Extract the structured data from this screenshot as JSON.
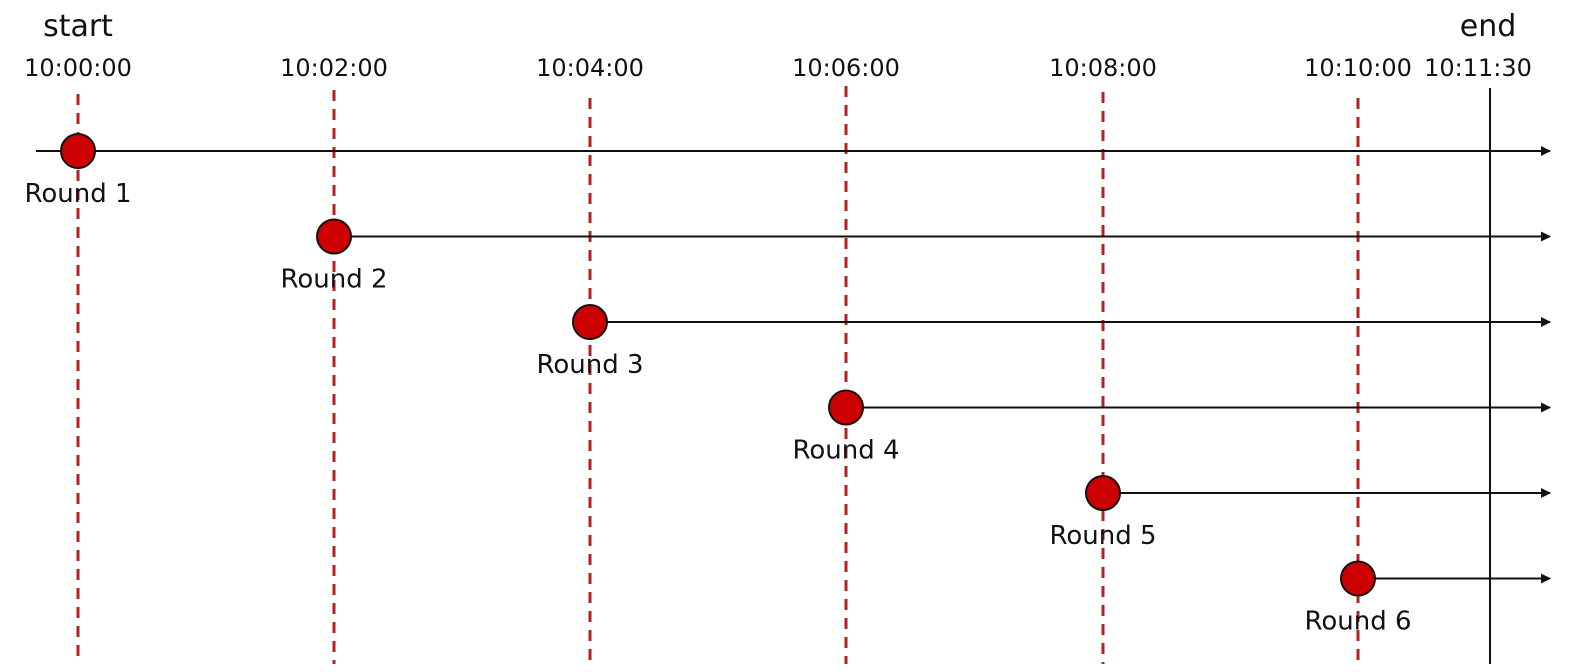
{
  "labels": {
    "start": "start",
    "end": "end"
  },
  "times": [
    "10:00:00",
    "10:02:00",
    "10:04:00",
    "10:06:00",
    "10:08:00",
    "10:10:00"
  ],
  "end_time": "10:11:30",
  "rounds": [
    {
      "label": "Round 1",
      "time": "10:00:00"
    },
    {
      "label": "Round 2",
      "time": "10:02:00"
    },
    {
      "label": "Round 3",
      "time": "10:04:00"
    },
    {
      "label": "Round 4",
      "time": "10:06:00"
    },
    {
      "label": "Round 5",
      "time": "10:08:00"
    },
    {
      "label": "Round 6",
      "time": "10:10:00"
    }
  ],
  "colors": {
    "marker_fill": "#cc0000",
    "marker_stroke": "#111111",
    "dashed_line": "#b22222",
    "axis": "#111111"
  }
}
